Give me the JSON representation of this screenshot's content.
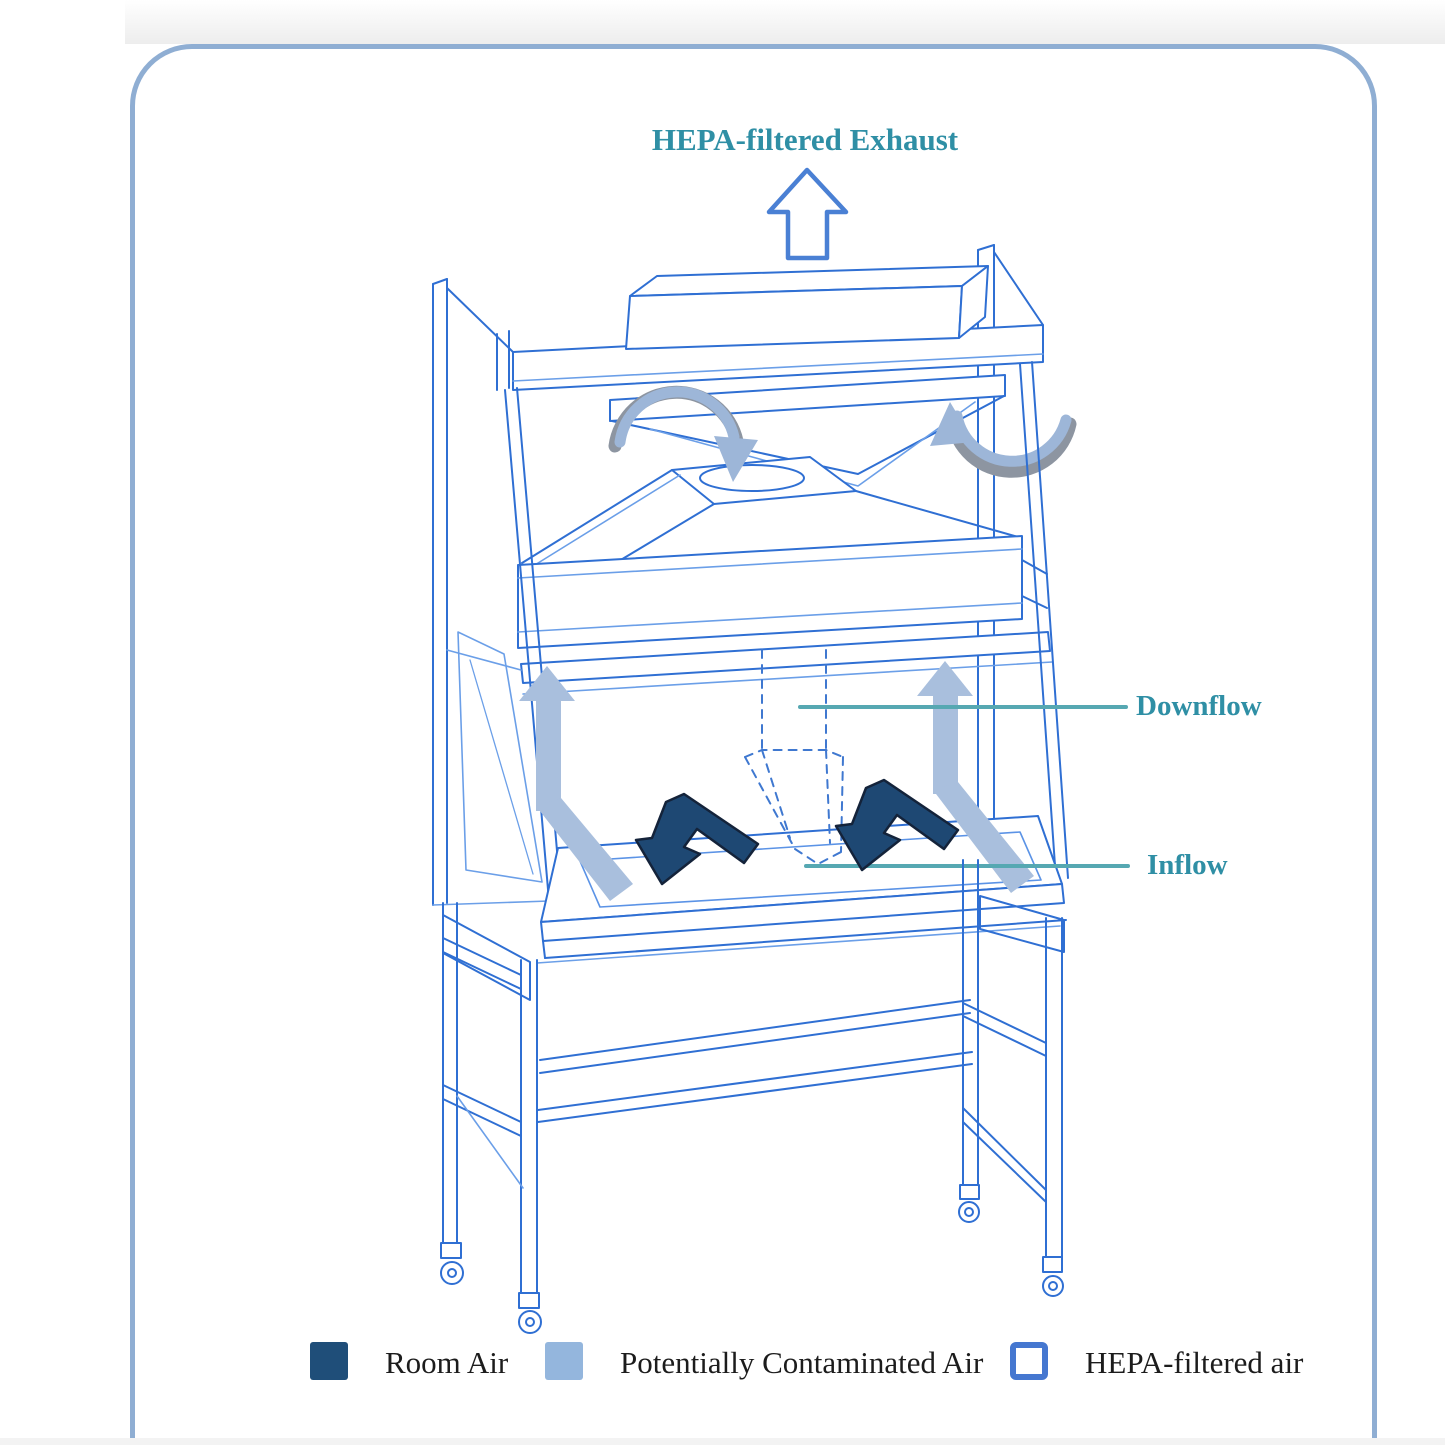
{
  "figure": {
    "exhaust_label": "HEPA-filtered Exhaust",
    "downflow_label": "Downflow",
    "inflow_label": "Inflow"
  },
  "legend": {
    "items": [
      {
        "label": "Room Air"
      },
      {
        "label": "Potentially Contaminated Air"
      },
      {
        "label": "HEPA-filtered air"
      }
    ]
  },
  "colors": {
    "room_air": "#1f4e79",
    "contaminated_air": "#94b6dd",
    "hepa_air_fill": "#ffffff",
    "hepa_air_border": "#4577d0",
    "label_teal": "#2f8fa5",
    "leader_teal": "#56a8b2",
    "line_blue": "#2f6fd3",
    "frame_border": "#8faed3",
    "flow_arrow_gray_blue": "#9db6d8",
    "navy_arrow": "#1e4873"
  }
}
